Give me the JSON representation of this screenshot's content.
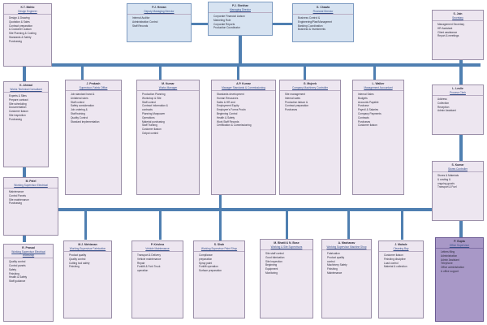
{
  "boxes": [
    {
      "id": "kt-mahto",
      "name": "K.T. Mahto",
      "role": "Design Engineer",
      "items": [
        "Design & Drawing",
        "Quotation & Sales",
        "Contract preparation",
        "& Customer Liaison",
        "Site Planning & Costing",
        "Standards & Safety",
        "Purchasing"
      ]
    },
    {
      "id": "pj-hewan",
      "name": "P.J. Hewan",
      "role": "Deputy Managing Director",
      "items": [
        "Internal Auditor",
        "Administration Control",
        "Staff Records"
      ]
    },
    {
      "id": "pj-shekhar",
      "name": "P.J. Shekhar",
      "role": "Managing Director",
      "items": [
        "Corporate Financial Liaison",
        "Marketing Role",
        "Corporate Reports",
        "Production Coordinator"
      ]
    },
    {
      "id": "ge-chawla",
      "name": "G. Chawla",
      "role": "Financial Director",
      "items": [
        "Business Control &",
        "Engineering/Plan/Managemnt",
        "Banking Coordination",
        "Business & Investments"
      ]
    },
    {
      "id": "sr-jain",
      "name": "S. Jain",
      "role": "Secretary",
      "items": [
        "Management Secretary",
        "HR Assistant",
        "Client assistance",
        "Report & meetings"
      ]
    },
    {
      "id": "ke-ahmad",
      "name": "K. Ahmad",
      "role": "Works Technical Consultant",
      "items": [
        "Experts & Sites",
        "Prepare contract",
        "Site scheduling",
        "Documentation",
        "Customer liaison",
        "Site inspection",
        "Purchasing"
      ]
    },
    {
      "id": "jk-prakash",
      "name": "J. Prakash",
      "role": "Supervisor, Fabric Office",
      "items": [
        "Job standard hand &",
        "Unilateral sizes",
        "Staff control",
        "Safety consideration",
        "Job ordering &",
        "Staff training",
        "Quality Control",
        "Standard implementation"
      ]
    },
    {
      "id": "mk-kumar",
      "name": "M. Kumar",
      "role": "Works Manager",
      "items": [
        "Production Planning",
        "Workshop & Site",
        "Staff control",
        "Contract Information &",
        "contracts",
        "Planning Manpower",
        "Operations",
        "Material purchasing",
        "Staff Training",
        "Customer liaison",
        "Output control"
      ]
    },
    {
      "id": "ap-kumar",
      "name": "A.P. Kumar",
      "role": "Manager Standards & Commissioning",
      "items": [
        "Standards development",
        "Human Resources",
        "Sales & HR and",
        "Employment Equity",
        "Employee's Forms Prodn",
        "Beginning Control",
        "Health & Safety",
        "Work Staff Records",
        "Certification & Commissioning"
      ]
    },
    {
      "id": "gs-mujeeb",
      "name": "G. Mujeeb",
      "role": "Company Machinery Controller",
      "items": [
        "Site management",
        "Internal sales",
        "Production liaison &",
        "Contract preparation",
        "Purchases"
      ]
    },
    {
      "id": "lk-walker",
      "name": "L. Walker",
      "role": "Management Accountant",
      "items": [
        "Internal Sales",
        "Budgets",
        "Accounts Payable",
        "Purchase",
        "Payroll & Salaries",
        "Company Payments",
        "Contracts",
        "Purchases",
        "Customer liaison"
      ]
    },
    {
      "id": "ll-leslie",
      "name": "L. Leslie",
      "role": "Process Clerk",
      "items": [
        "Address",
        "Collection",
        "Reception",
        "Admin Assistant"
      ]
    },
    {
      "id": "mn-patel",
      "name": "M. Patel",
      "role": "Working Supervisor Electrical",
      "items": [
        "Maintenance",
        "Control Panels",
        "Site maintenance",
        "Purchasing"
      ]
    },
    {
      "id": "sg-kumar",
      "name": "S. Kumar",
      "role": "Stores Controller",
      "items": [
        "Stores & Materials",
        "& costing &",
        "ongoing goods",
        "Transport & Fuel"
      ]
    },
    {
      "id": "rk-prasad",
      "name": "R. Prasad",
      "role": "Working Supervisor Electrical Workshop",
      "items": [
        "Quality control",
        "Control panels",
        "Safety",
        "Finishing",
        "Health & Safety",
        "Staff guidance"
      ]
    },
    {
      "id": "mm-mehtanan",
      "name": "M.J. Mehtanan",
      "role": "Working Supervisor Fabrication",
      "items": [
        "Product quality",
        "Quality control",
        "Cutting tool safety",
        "Finishing"
      ]
    },
    {
      "id": "pr-krishna",
      "name": "P. Krishna",
      "role": "Vehicle Maintenance",
      "items": [
        "Transport & Delivery",
        "Vehicle maintenance",
        "Repair",
        "Forklift & Fork Truck",
        "operation"
      ]
    },
    {
      "id": "sn-shah",
      "name": "S. Shah",
      "role": "Working Supervisor Paint Shop",
      "items": [
        "Compliance",
        "preparation",
        "Spray paint",
        "Forklift operation",
        "Surface preparation"
      ]
    },
    {
      "id": "ns-bose",
      "name": "M. Bhatti & N. Bose",
      "role": "Working & Site Supervisors",
      "items": [
        "Site staff control",
        "Good fabrication",
        "Site Inspection",
        "Beginning",
        "Equipment",
        "Monitoring"
      ]
    },
    {
      "id": "ar-mashanav",
      "name": "A. Mashanav",
      "role": "Working Supervisor Machine Shop",
      "items": [
        "Fabrication",
        "Product quality",
        "control",
        "Machinery Safety",
        "Finishing",
        "Maintenance"
      ]
    },
    {
      "id": "jm-mahale",
      "name": "J. Mahale",
      "role": "Cleaning Bay",
      "items": [
        "Customer liaison",
        "Finishing discipline",
        "Load control",
        "Material & collection"
      ]
    },
    {
      "id": "pm-gupta",
      "name": "P. Gupta",
      "role": "Office Supervisor",
      "items": [
        "Letters filing",
        "Administration",
        "Admin Assistant",
        "Telephone",
        "Office administration",
        "& office support"
      ]
    }
  ]
}
